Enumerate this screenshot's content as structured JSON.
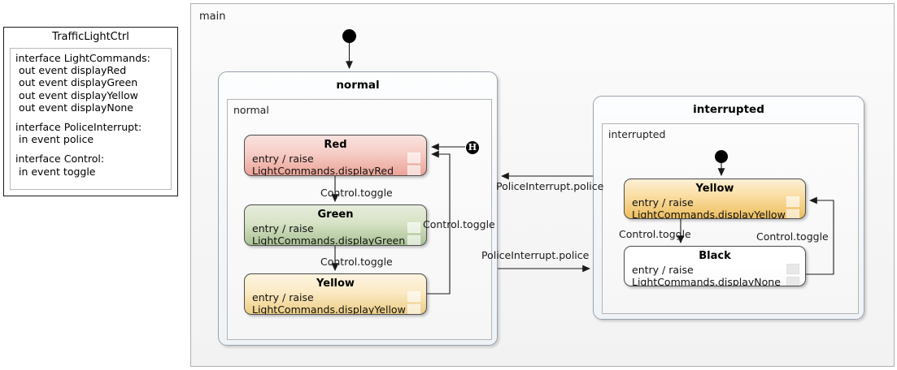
{
  "interface_panel": {
    "title": "TrafficLightCtrl",
    "blocks": [
      {
        "header": "interface LightCommands:",
        "lines": [
          " out event displayRed",
          " out event displayGreen",
          " out event displayYellow",
          " out event displayNone"
        ]
      },
      {
        "header": "interface PoliceInterrupt:",
        "lines": [
          " in event police"
        ]
      },
      {
        "header": "interface Control:",
        "lines": [
          " in event toggle"
        ]
      }
    ]
  },
  "canvas": {
    "label": "main"
  },
  "regions": {
    "normal": {
      "title": "normal",
      "region_label": "normal",
      "states": [
        {
          "name": "Red",
          "body_line1": "entry / raise",
          "body_line2": "LightCommands.displayRed",
          "color": "#eba397"
        },
        {
          "name": "Green",
          "body_line1": "entry / raise",
          "body_line2": "LightCommands.displayGreen",
          "color": "#a9c294"
        },
        {
          "name": "Yellow",
          "body_line1": "entry / raise",
          "body_line2": "LightCommands.displayYellow",
          "color": "#eccd84"
        }
      ],
      "transitions": [
        {
          "label": "Control.toggle"
        },
        {
          "label": "Control.toggle"
        },
        {
          "label": "Control.toggle"
        }
      ]
    },
    "interrupted": {
      "title": "interrupted",
      "region_label": "interrupted",
      "states": [
        {
          "name": "Yellow",
          "body_line1": "entry / raise",
          "body_line2": "LightCommands.displayYellow",
          "color": "#eebe5e"
        },
        {
          "name": "Black",
          "body_line1": "entry / raise",
          "body_line2": "LightCommands.displayNone",
          "color": "#ffffff"
        }
      ],
      "transitions": [
        {
          "label": "Control.toggle"
        },
        {
          "label": "Control.toggle"
        }
      ]
    }
  },
  "cross_transitions": [
    {
      "label": "PoliceInterrupt.police",
      "direction": "interrupted-to-normal"
    },
    {
      "label": "PoliceInterrupt.police",
      "direction": "normal-to-interrupted"
    }
  ],
  "pseudostates": {
    "history_label": "H"
  }
}
